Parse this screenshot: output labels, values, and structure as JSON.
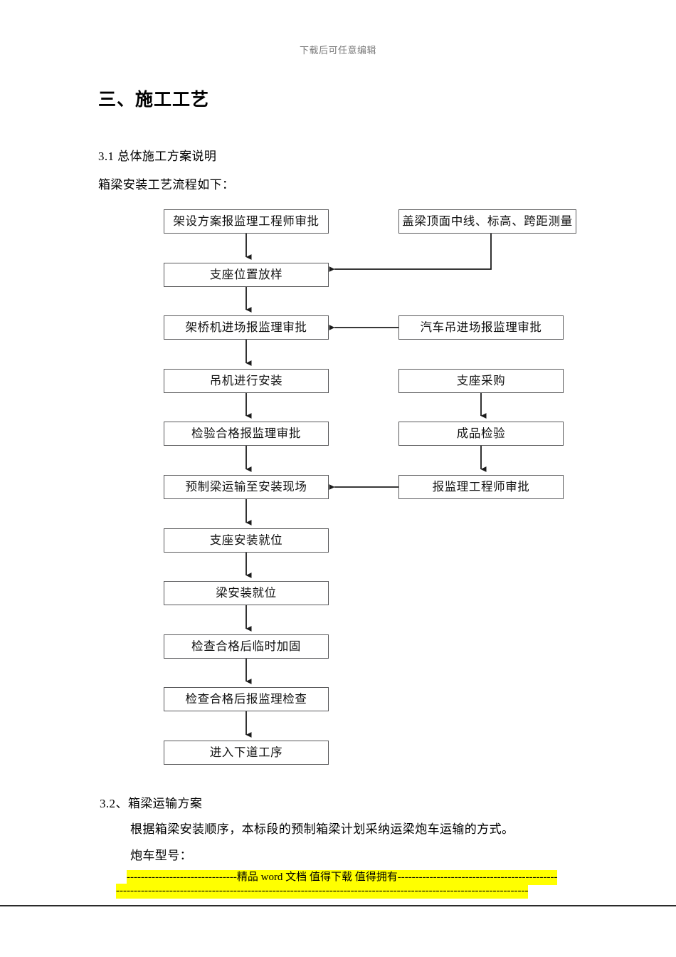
{
  "header": {
    "watermark": "下载后可任意编辑"
  },
  "document": {
    "heading": "三、施工工艺",
    "section_31_title": "3.1 总体施工方案说明",
    "flow_intro": "箱梁安装工艺流程如下：",
    "section_32_title": "3.2、箱梁运输方案",
    "body_1": "根据箱梁安装顺序，本标段的预制箱梁计划采纳运梁炮车运输的方式。",
    "body_2": "炮车型号："
  },
  "flowchart": {
    "type": "flowchart",
    "orientation": "top-to-bottom, two columns",
    "left_column": [
      {
        "id": "L1",
        "label": "架设方案报监理工程师审批"
      },
      {
        "id": "L2",
        "label": "支座位置放样"
      },
      {
        "id": "L3",
        "label": "架桥机进场报监理审批"
      },
      {
        "id": "L4",
        "label": "吊机进行安装"
      },
      {
        "id": "L5",
        "label": "检验合格报监理审批"
      },
      {
        "id": "L6",
        "label": "预制梁运输至安装现场"
      },
      {
        "id": "L7",
        "label": "支座安装就位"
      },
      {
        "id": "L8",
        "label": "梁安装就位"
      },
      {
        "id": "L9",
        "label": "检查合格后临时加固"
      },
      {
        "id": "L10",
        "label": "检查合格后报监理检查"
      },
      {
        "id": "L11",
        "label": "进入下道工序"
      }
    ],
    "right_column": [
      {
        "id": "R1",
        "label": "盖梁顶面中线、标高、跨距测量"
      },
      {
        "id": "R2",
        "label": "汽车吊进场报监理审批"
      },
      {
        "id": "R3",
        "label": "支座采购"
      },
      {
        "id": "R4",
        "label": "成品检验"
      },
      {
        "id": "R5",
        "label": "报监理工程师审批"
      }
    ],
    "edges": [
      {
        "from": "L1",
        "to": "L2",
        "kind": "vertical"
      },
      {
        "from": "R1",
        "to": "L2",
        "kind": "elbow-left"
      },
      {
        "from": "L2",
        "to": "L3",
        "kind": "vertical"
      },
      {
        "from": "R2",
        "to": "L3",
        "kind": "horizontal-left"
      },
      {
        "from": "L3",
        "to": "L4",
        "kind": "vertical"
      },
      {
        "from": "L4",
        "to": "L5",
        "kind": "vertical"
      },
      {
        "from": "R3",
        "to": "R4",
        "kind": "vertical"
      },
      {
        "from": "R4",
        "to": "R5",
        "kind": "vertical"
      },
      {
        "from": "L5",
        "to": "L6",
        "kind": "vertical"
      },
      {
        "from": "R5",
        "to": "L6",
        "kind": "horizontal-left"
      },
      {
        "from": "L6",
        "to": "L7",
        "kind": "vertical"
      },
      {
        "from": "L7",
        "to": "L8",
        "kind": "vertical"
      },
      {
        "from": "L8",
        "to": "L9",
        "kind": "vertical"
      },
      {
        "from": "L9",
        "to": "L10",
        "kind": "vertical"
      },
      {
        "from": "L10",
        "to": "L11",
        "kind": "vertical"
      }
    ]
  },
  "footer": {
    "line1_prefix": "-------------------------------",
    "line1_text": "精品 word 文档 值得下载 值得拥有",
    "line1_suffix": "---------------------------------------------",
    "line2": "--------------------------------------------------------------------------------------------------------------------"
  }
}
